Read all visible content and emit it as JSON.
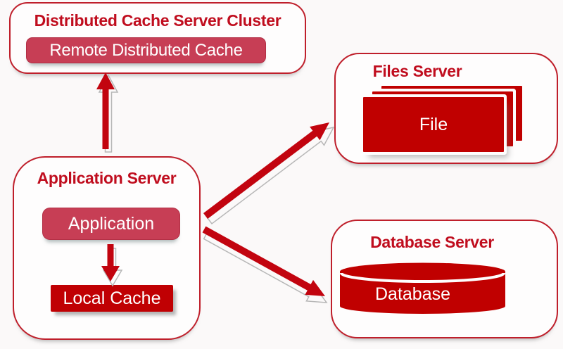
{
  "clusters": {
    "distributed": {
      "title": "Distributed Cache Server Cluster",
      "node_label": "Remote Distributed Cache"
    },
    "application": {
      "title": "Application Server",
      "app_label": "Application",
      "cache_label": "Local Cache"
    },
    "files": {
      "title": "Files Server",
      "file_label": "File",
      "stack_count": 3
    },
    "database": {
      "title": "Database Server",
      "db_label": "Database"
    }
  },
  "connections": [
    {
      "from": "Application Server",
      "to": "Distributed Cache Server Cluster",
      "direction": "up"
    },
    {
      "from": "Application Server",
      "to": "Files Server",
      "direction": "up-right"
    },
    {
      "from": "Application Server",
      "to": "Database Server",
      "direction": "down-right"
    },
    {
      "from": "Application",
      "to": "Local Cache",
      "direction": "down"
    }
  ],
  "colors": {
    "background": "#fbf9f9",
    "box_border": "#bf1f2b",
    "title_text": "#c00d1e",
    "node_crimson": "#c73e55",
    "node_red": "#c00000",
    "arrow_red": "#c2040f",
    "shadow_gray": "#b7b7b7",
    "text_on_red": "#ffffff"
  }
}
